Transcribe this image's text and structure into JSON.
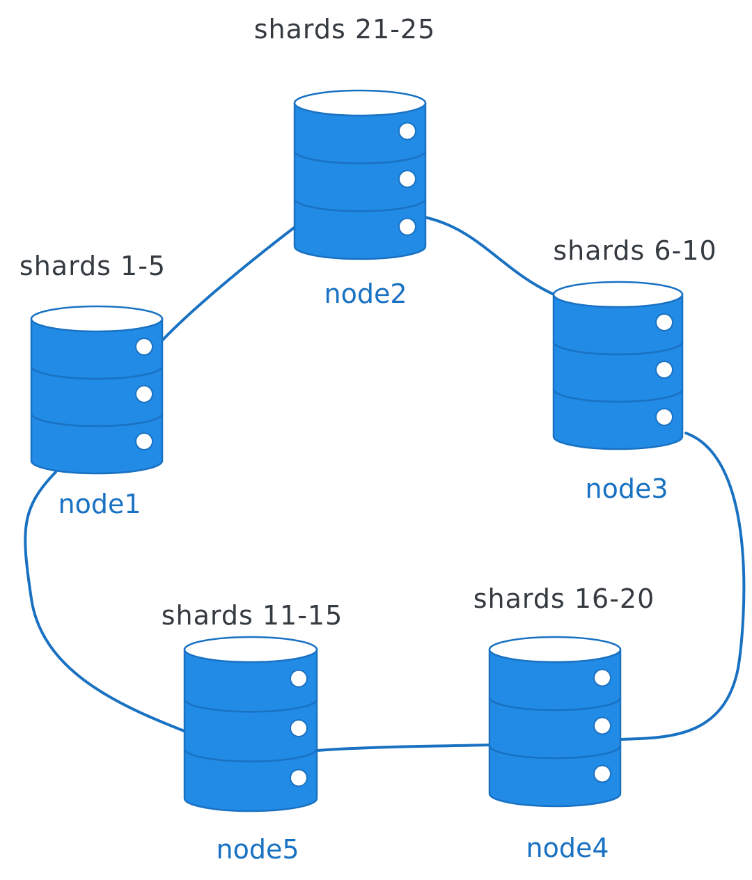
{
  "colors": {
    "db_fill": "#228be6",
    "db_stroke": "#1971c2",
    "connector": "#1971c2",
    "shard_text": "#343a40",
    "node_text": "#1971c2",
    "background": "#ffffff"
  },
  "nodes": [
    {
      "id": "node1",
      "name": "node1",
      "shards": "shards 1-5"
    },
    {
      "id": "node2",
      "name": "node2",
      "shards": "shards 21-25"
    },
    {
      "id": "node3",
      "name": "node3",
      "shards": "shards 6-10"
    },
    {
      "id": "node4",
      "name": "node4",
      "shards": "shards 16-20"
    },
    {
      "id": "node5",
      "name": "node5",
      "shards": "shards 11-15"
    }
  ],
  "connections": [
    {
      "from": "node1",
      "to": "node2"
    },
    {
      "from": "node2",
      "to": "node3"
    },
    {
      "from": "node3",
      "to": "node4"
    },
    {
      "from": "node4",
      "to": "node5"
    },
    {
      "from": "node5",
      "to": "node1"
    }
  ]
}
